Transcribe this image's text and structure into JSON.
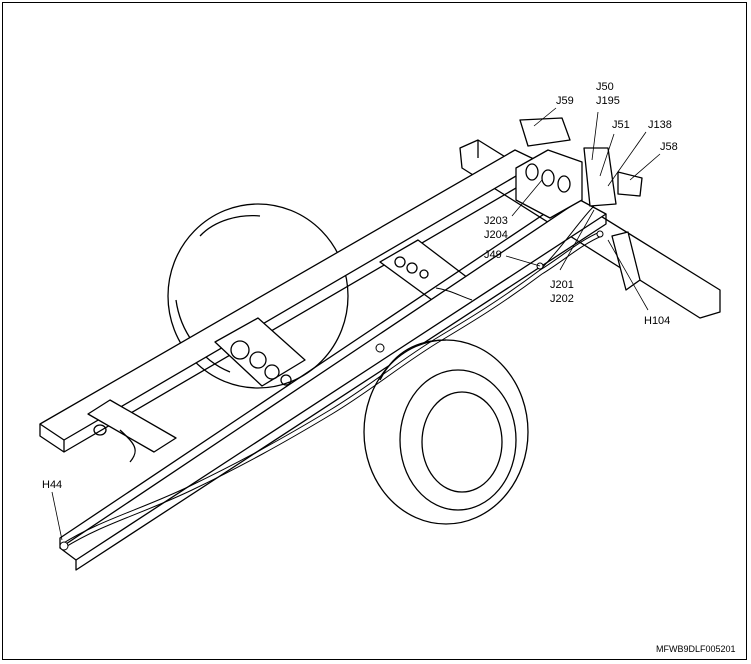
{
  "figure_code": "MFWB9DLF005201",
  "labels": {
    "J59": "J59",
    "J50": "J50",
    "J195": "J195",
    "J51": "J51",
    "J138": "J138",
    "J58": "J58",
    "J203": "J203",
    "J204": "J204",
    "J49": "J49",
    "J201": "J201",
    "J202": "J202",
    "H104": "H104",
    "H44": "H44"
  },
  "colors": {
    "line": "#000000",
    "background": "#ffffff"
  }
}
